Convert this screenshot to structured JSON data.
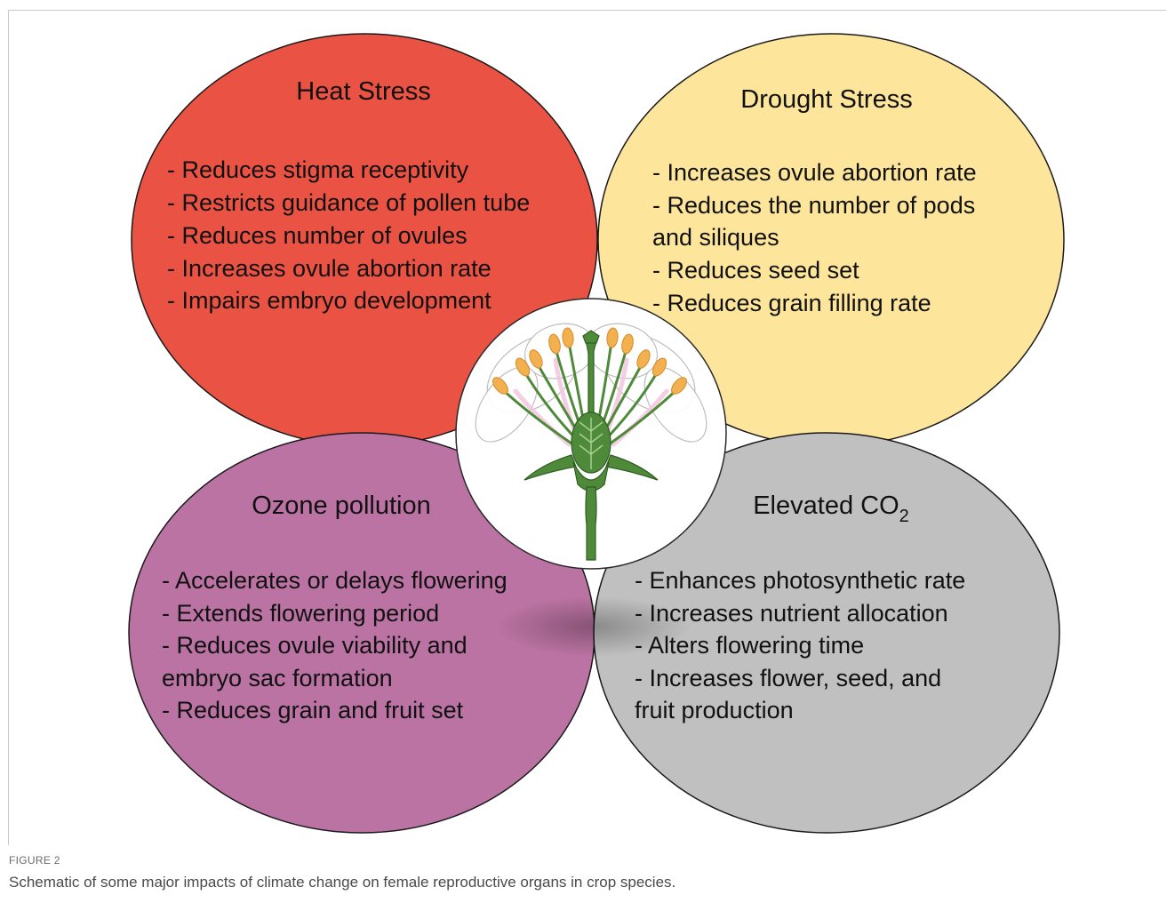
{
  "colors": {
    "heat": "#ea5343",
    "drought": "#fde59b",
    "ozone": "#bb73a3",
    "co2": "#c0c0c0",
    "stem_green": "#4f8a3b",
    "anther_orange": "#f2b04f",
    "petal_pink": "#f3c6df"
  },
  "quadrants": {
    "heat": {
      "title": "Heat Stress",
      "lines": [
        "- Reduces stigma receptivity",
        "- Restricts guidance of pollen tube",
        "- Reduces number of ovules",
        "- Increases ovule abortion rate",
        "- Impairs embryo development"
      ]
    },
    "drought": {
      "title": "Drought Stress",
      "lines": [
        "- Increases ovule abortion rate",
        "- Reduces the number of pods",
        "and siliques",
        "- Reduces seed set",
        "- Reduces grain filling rate"
      ]
    },
    "ozone": {
      "title": "Ozone pollution",
      "lines": [
        "- Accelerates or delays flowering",
        "- Extends flowering period",
        "- Reduces ovule viability and",
        "embryo sac formation",
        "- Reduces grain and fruit set"
      ]
    },
    "co2": {
      "title_main": "Elevated CO",
      "title_sub": "2",
      "lines": [
        "- Enhances photosynthetic rate",
        "- Increases nutrient allocation",
        "- Alters flowering time",
        "- Increases flower, seed, and",
        "fruit production"
      ]
    }
  },
  "center_icon": "flower-cross-section-icon",
  "caption": {
    "label": "FIGURE 2",
    "text": "Schematic of some major impacts of climate change on female reproductive organs in crop species."
  }
}
